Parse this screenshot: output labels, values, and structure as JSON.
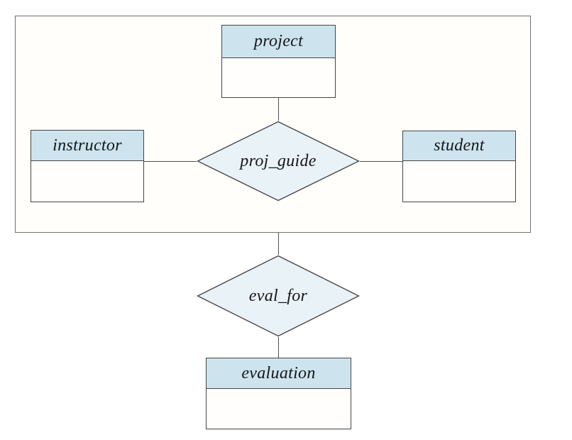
{
  "diagram": {
    "type": "er-diagram-with-aggregation",
    "entities": [
      {
        "id": "project",
        "label": "project"
      },
      {
        "id": "instructor",
        "label": "instructor"
      },
      {
        "id": "student",
        "label": "student"
      },
      {
        "id": "evaluation",
        "label": "evaluation"
      }
    ],
    "relationships": [
      {
        "id": "proj_guide",
        "label": "proj_guide",
        "connects": [
          "instructor",
          "project",
          "student"
        ]
      },
      {
        "id": "eval_for",
        "label": "eval_for",
        "connects": [
          "proj_guide-aggregation",
          "evaluation"
        ]
      }
    ],
    "aggregation": {
      "members": [
        "project",
        "instructor",
        "student",
        "proj_guide"
      ]
    },
    "colors": {
      "entity_header_fill": "#cde4ef",
      "relationship_fill": "#e9f2f7",
      "entity_body_fill": "#fffefd",
      "aggregation_background": "#fffefb",
      "shape_border": "#454545",
      "aggregation_border": "#6f6f6f",
      "connector": "#4f4f4f",
      "text": "#161616"
    }
  }
}
